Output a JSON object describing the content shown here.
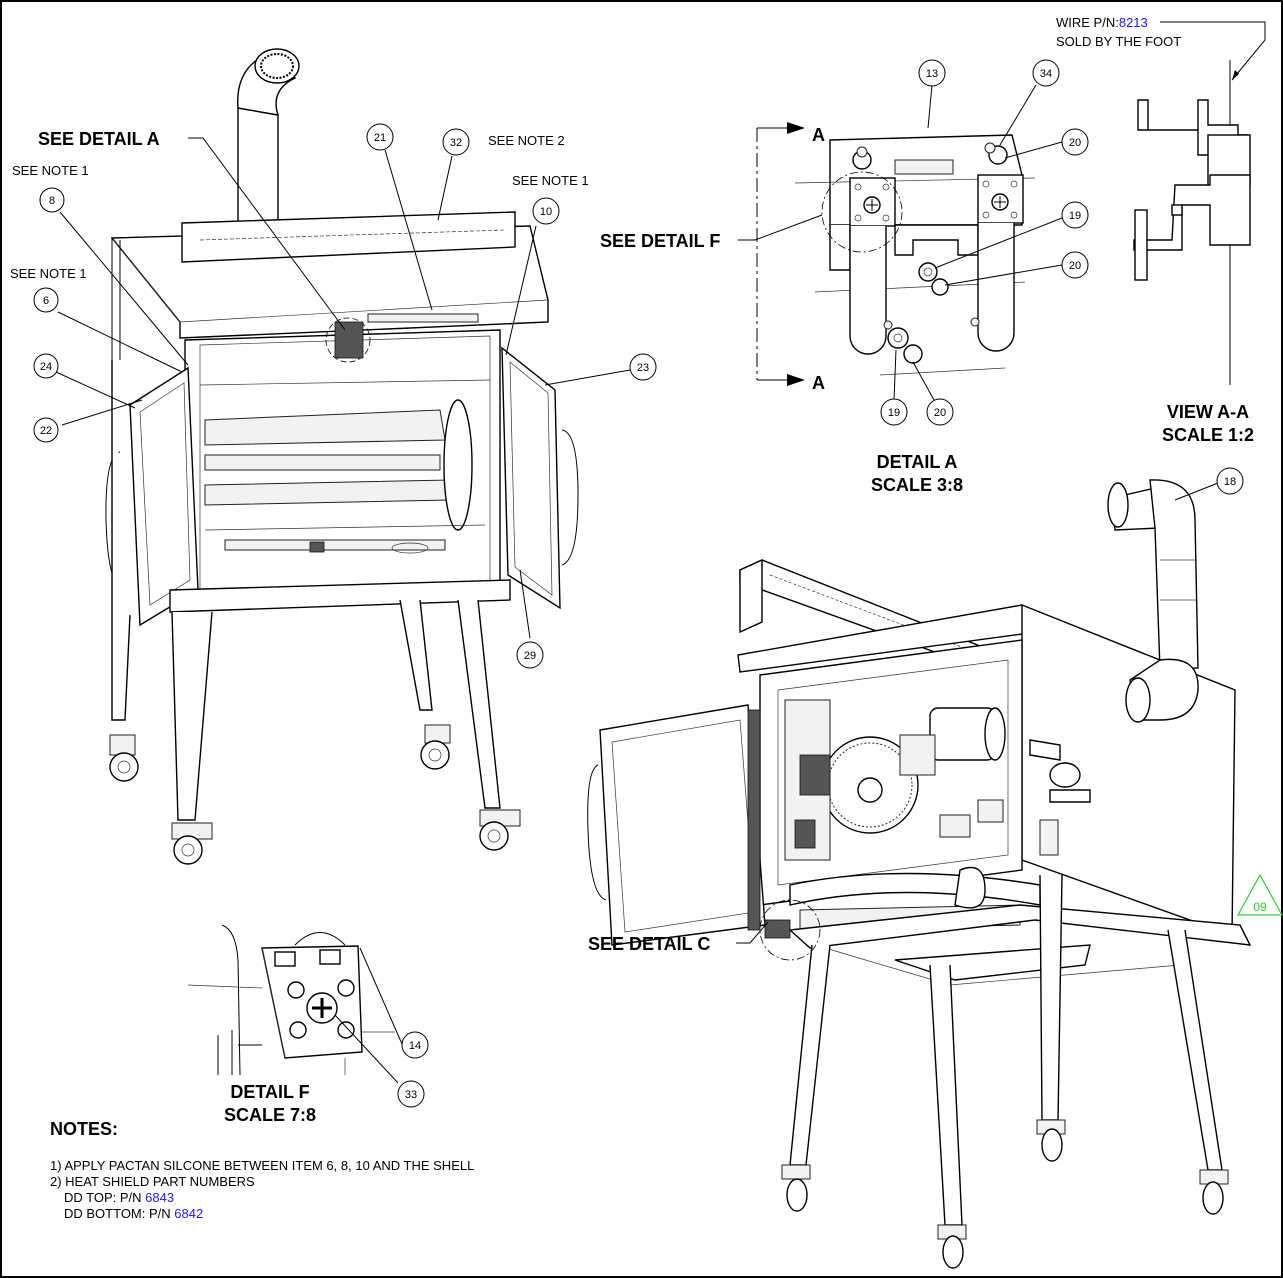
{
  "header": {
    "wire_label": "WIRE P/N:",
    "wire_pn": "8213",
    "wire_sub": "SOLD BY THE FOOT"
  },
  "callouts": {
    "see_detail_a": "SEE DETAIL A",
    "see_detail_f": "SEE DETAIL F",
    "see_detail_c": "SEE DETAIL C",
    "see_note_1_left": "SEE NOTE 1",
    "see_note_1_left2": "SEE NOTE 1",
    "see_note_1_right": "SEE NOTE 1",
    "see_note_2": "SEE NOTE 2",
    "section_a_top": "A",
    "section_a_bottom": "A"
  },
  "views": {
    "detail_a_title": "DETAIL A",
    "detail_a_scale": "SCALE 3:8",
    "view_aa_title": "VIEW A-A",
    "view_aa_scale": "SCALE 1:2",
    "detail_f_title": "DETAIL F",
    "detail_f_scale": "SCALE 7:8"
  },
  "balloons": [
    "8",
    "6",
    "24",
    "22",
    "21",
    "32",
    "10",
    "23",
    "29",
    "13",
    "34",
    "20",
    "19",
    "20",
    "19",
    "20",
    "18",
    "14",
    "33"
  ],
  "revision": "09",
  "notes": {
    "heading": "NOTES:",
    "line1": "1) APPLY PACTAN SILCONE BETWEEN ITEM 6, 8, 10 AND THE SHELL",
    "line2": "2) HEAT SHIELD PART NUMBERS",
    "top_label": "DD TOP:   P/N ",
    "top_pn": "6843",
    "bottom_label": "DD BOTTOM:  P/N ",
    "bottom_pn": "6842"
  },
  "colors": {
    "link_blue": "#1a1aff",
    "revision_green": "#33cc33"
  }
}
